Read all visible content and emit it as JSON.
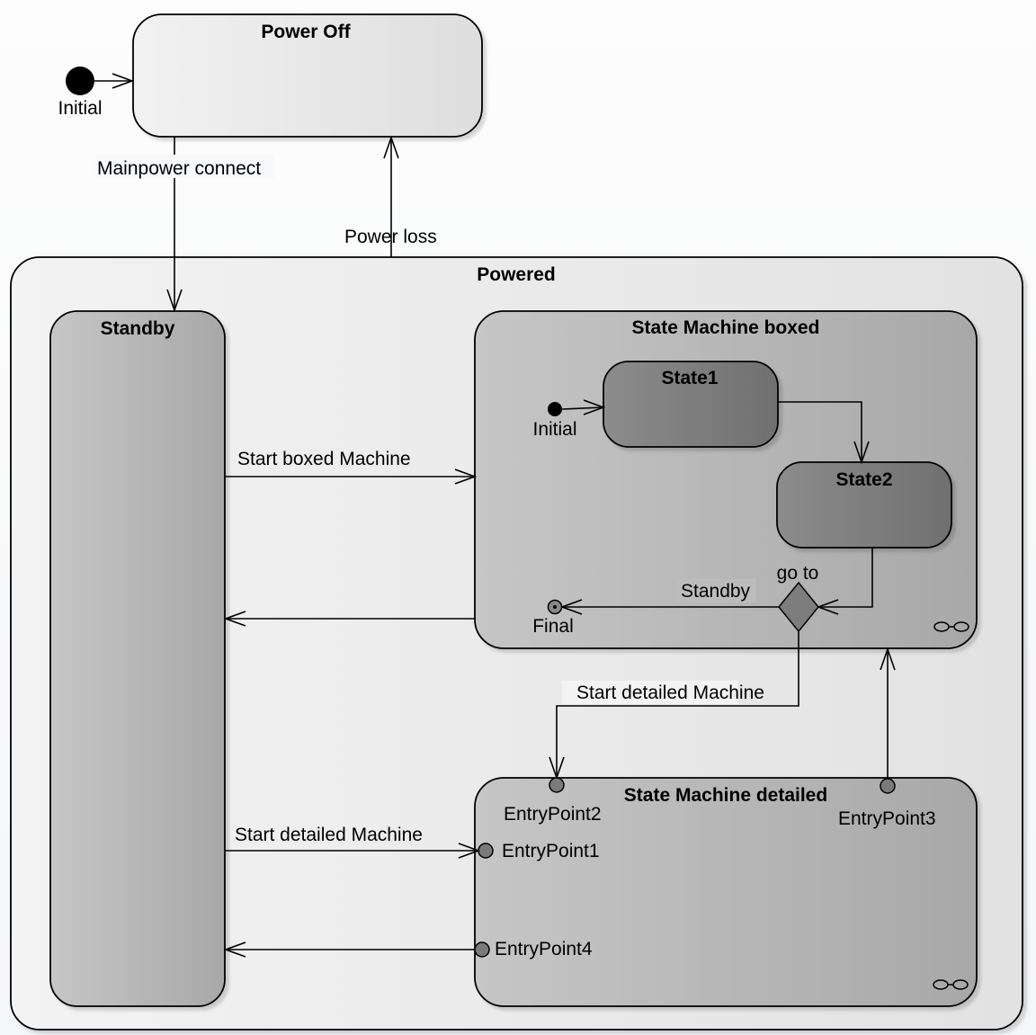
{
  "diagram": {
    "type": "UML state machine",
    "states": {
      "power_off": "Power Off",
      "powered": "Powered",
      "standby": "Standby",
      "sm_boxed": "State Machine boxed",
      "state1": "State1",
      "state2": "State2",
      "sm_detailed": "State Machine detailed"
    },
    "pseudostates": {
      "initial_top": "Initial",
      "initial_inner": "Initial",
      "final": "Final",
      "choice": "go to",
      "entry1": "EntryPoint1",
      "entry2": "EntryPoint2",
      "entry3": "EntryPoint3",
      "entry4": "EntryPoint4"
    },
    "transitions": {
      "mainpower_connect": "Mainpower connect",
      "power_loss": "Power loss",
      "start_boxed": "Start boxed Machine",
      "standby_guard": "Standby",
      "start_detailed_top": "Start detailed Machine",
      "start_detailed_left": "Start detailed Machine"
    },
    "icons": {
      "composite": "composite-state-icon"
    },
    "colors": {
      "outer_fill": "#efefef",
      "light_state": "#e8e8e8",
      "mid_state": "#b5b5b5",
      "dark_state": "#7f7f7f",
      "stroke": "#000000"
    }
  }
}
